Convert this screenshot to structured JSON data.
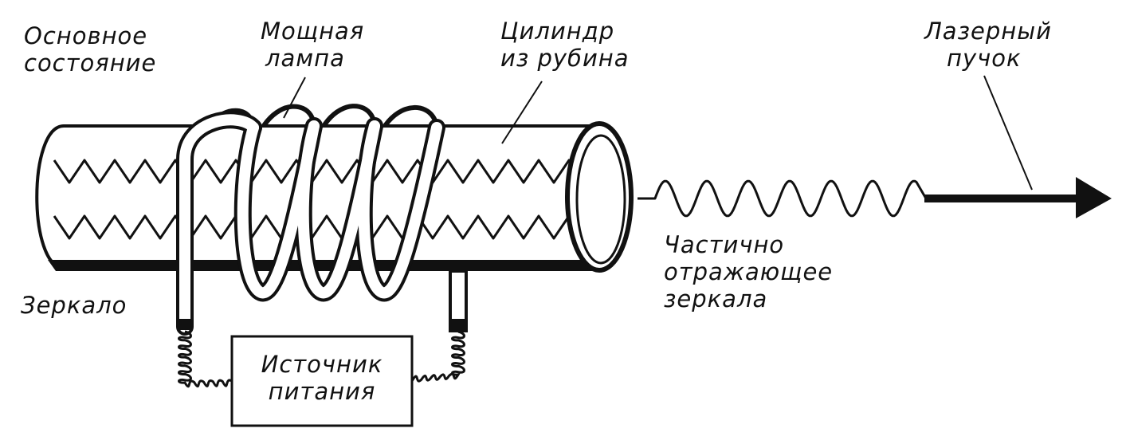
{
  "labels": {
    "ground_state": [
      "Основное",
      "состояние"
    ],
    "lamp": [
      "Мощная",
      "лампа"
    ],
    "ruby": [
      "Цилиндр",
      "из рубина"
    ],
    "beam": [
      "Лазерный",
      "пучок"
    ],
    "partial_mirror": [
      "Частично",
      "отражающее",
      "зеркала"
    ],
    "mirror": [
      "Зеркало"
    ],
    "power_supply": [
      "Источник",
      "питания"
    ]
  },
  "colors": {
    "ink": "#111111",
    "paper": "#ffffff"
  }
}
